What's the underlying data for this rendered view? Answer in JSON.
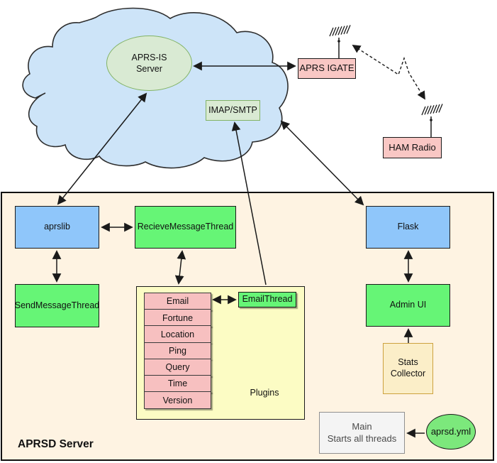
{
  "cloud": {
    "aprs_is": {
      "line1": "APRS-IS",
      "line2": "Server"
    },
    "imap_smtp": "IMAP/SMTP"
  },
  "radio": {
    "aprs_igate": "APRS IGATE",
    "ham_radio": "HAM Radio"
  },
  "server": {
    "label": "APRSD Server",
    "aprslib": "aprslib",
    "recieve_thread": "RecieveMessageThread",
    "send_thread": "SendMessageThread",
    "flask": "Flask",
    "admin_ui": "Admin UI",
    "email_thread": "EmailThread",
    "plugins": {
      "label": "Plugins",
      "items": [
        "Email",
        "Fortune",
        "Location",
        "Ping",
        "Query",
        "Time",
        "Version"
      ]
    },
    "stats": {
      "line1": "Stats",
      "line2": "Collector"
    },
    "main": {
      "line1": "Main",
      "line2": "Starts all threads"
    },
    "aprsd_yml": "aprsd.yml"
  },
  "colors": {
    "cloud_fill": "#cde4f8",
    "node_blue": "#8fc6fa",
    "node_green": "#66f576",
    "node_pink": "#f9c7c4",
    "plugin_row_pink": "#f7c0c0",
    "plugins_panel_yellow": "#fcfcc4",
    "server_panel_beige": "#fef3e2",
    "green_ellipse_fill": "#d9ead3",
    "green_ellipse_stroke": "#82b366",
    "stats_fill": "#fbeec8",
    "stats_stroke": "#cda23f",
    "main_fill": "#f4f4f4",
    "main_stroke": "#909090",
    "line_color": "#1a1a1a"
  }
}
